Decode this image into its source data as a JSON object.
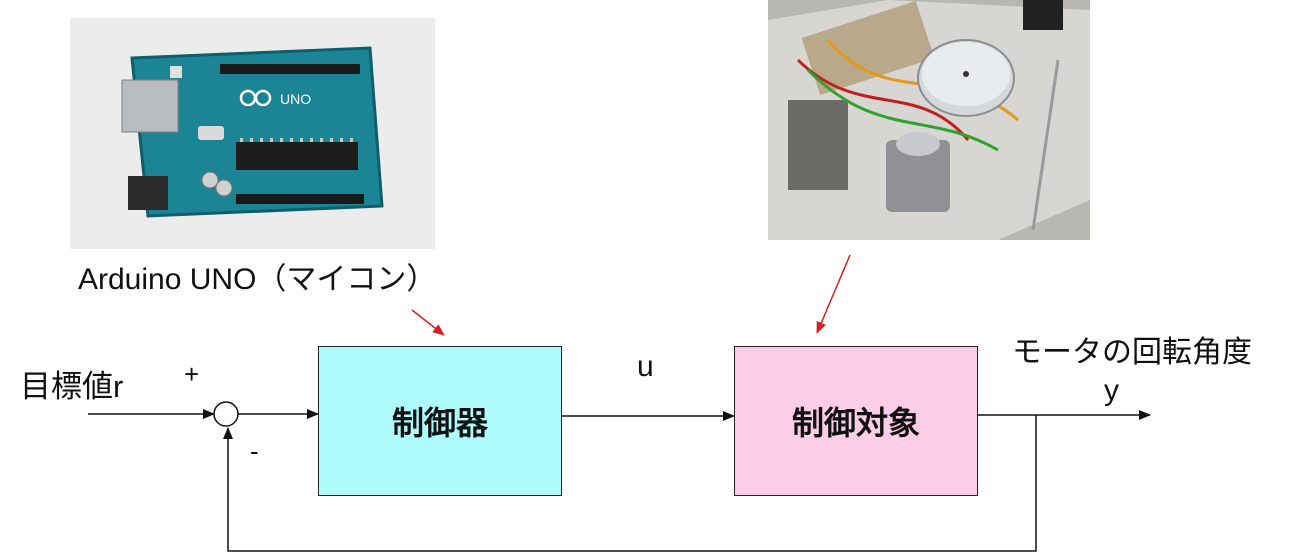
{
  "photos": {
    "arduino_icon": "arduino-uno-board-photo",
    "motor_icon": "dc-motor-apparatus-photo",
    "arduino_logo_text": "UNO"
  },
  "labels": {
    "arduino_caption": "Arduino UNO（マイコン）",
    "target_value": "目標値r",
    "plus": "+",
    "minus": "-",
    "control_input": "u",
    "motor_angle": "モータの回転角度",
    "output": "y"
  },
  "blocks": {
    "controller": "制御器",
    "plant": "制御対象"
  },
  "colors": {
    "controller_fill": "#aefcfd",
    "plant_fill": "#fccde7",
    "pointer_arrow": "#d42020",
    "line": "#111111"
  }
}
